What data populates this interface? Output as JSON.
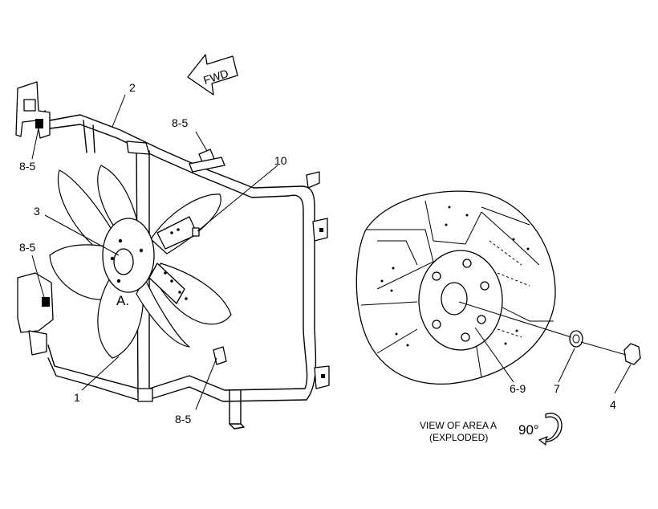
{
  "colors": {
    "ink": "#000000",
    "paper": "#ffffff"
  },
  "direction": {
    "label": "FWD",
    "icon": "arrow-left-icon"
  },
  "callouts": {
    "part_2": "2",
    "part_8_5_top": "8-5",
    "part_8_5_left_upper": "8-5",
    "part_10": "10",
    "part_3": "3",
    "part_8_5_left_lower": "8-5",
    "area_a": "A.",
    "part_1": "1",
    "part_8_5_bottom": "8-5",
    "part_6_9": "6-9",
    "part_7": "7",
    "part_4": "4"
  },
  "caption": {
    "line1": "VIEW OF AREA A",
    "line2": "(EXPLODED)",
    "rotation": "90°",
    "rotation_icon": "rotate-arrow-icon"
  }
}
